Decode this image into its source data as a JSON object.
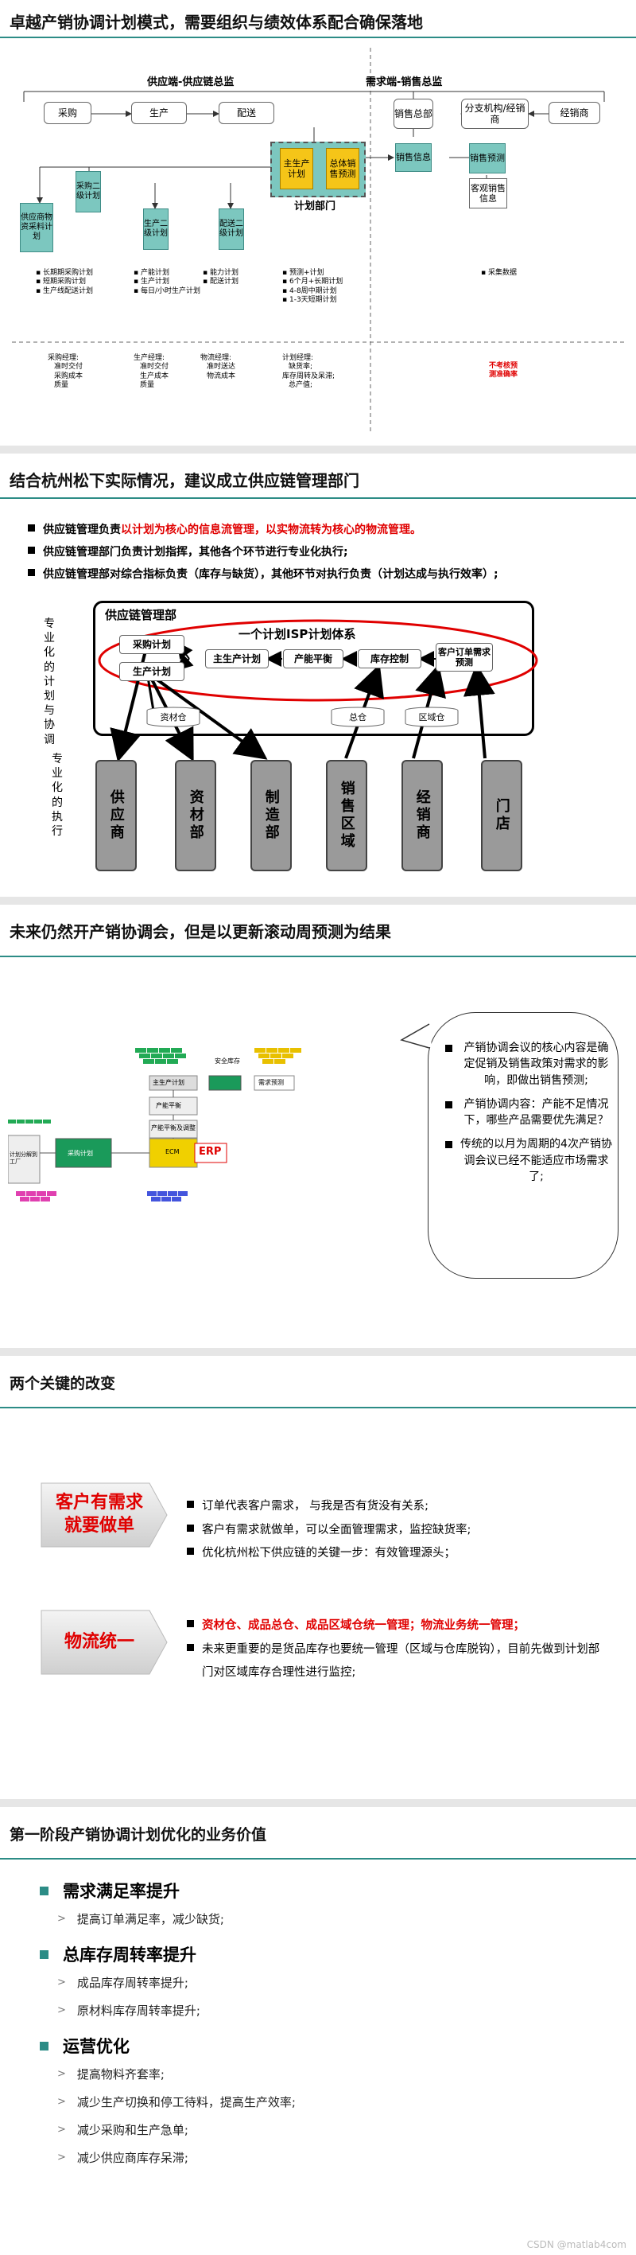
{
  "slide1": {
    "title": "卓越产销协调计划模式，需要组织与绩效体系配合确保落地",
    "supply_header": "供应端-供应链总监",
    "demand_header": "需求端-销售总监",
    "flow": [
      "采购",
      "生产",
      "配送",
      "销售总部",
      "分支机构/经销商",
      "经销商"
    ],
    "plan_dept": "计划部门",
    "main_plan": "主生产计划",
    "sales_forecast": "总体销售预测",
    "sales_info": "销售信息",
    "sales_forecast2": "销售预测",
    "customer_info": "客观销售信息",
    "sub_boxes": [
      "供应商物资采料计划",
      "采购二级计划",
      "生产二级计划",
      "配送二级计划"
    ],
    "col1": [
      "长期期采购计划",
      "短期采购计划",
      "生产线配送计划"
    ],
    "col2": [
      "产能计划",
      "生产计划",
      "每日/小时生产计划"
    ],
    "col3": [
      "能力计划",
      "配送计划"
    ],
    "col4": [
      "预测+计划",
      "6个月+长期计划",
      "4-8周中期计划",
      "1-3天短期计划"
    ],
    "col5": [
      "采集数据"
    ],
    "kpi1": [
      "采购经理:",
      "准时交付",
      "采购成本",
      "质量"
    ],
    "kpi2": [
      "生产经理:",
      "准时交付",
      "生产成本",
      "质量"
    ],
    "kpi3": [
      "物流经理:",
      "准时送达",
      "物流成本"
    ],
    "kpi4": [
      "计划经理:",
      "缺货率;",
      "库存周转及呆滞;",
      "总产值;"
    ],
    "kpi5": [
      "不考核预",
      "测准确率"
    ]
  },
  "slide2": {
    "title": "结合杭州松下实际情况，建议成立供应链管理部门",
    "bullet1_pre": "供应链管理负责",
    "bullet1_red": "以计划为核心的信息流管理，以实物流转为核心的物流管理。",
    "bullet2": "供应链管理部门负责计划指挥，其他各个环节进行专业化执行;",
    "bullet3": "供应链管理部对综合指标负责（库存与缺货），其他环节对执行负责（计划达成与执行效率）;",
    "side_top": [
      "专",
      "业",
      "化",
      "的",
      "计",
      "划",
      "与",
      "协",
      "调"
    ],
    "side_bottom": [
      "专",
      "业",
      "化",
      "的",
      "执",
      "行"
    ],
    "panel_title": "供应链管理部",
    "isp_title": "一个计划ISP计划体系",
    "plan_boxes": [
      "采购计划",
      "生产计划",
      "主生产计划",
      "产能平衡",
      "库存控制",
      "客户订单需求预测"
    ],
    "cylinders": [
      "资材仓",
      "总仓",
      "区域仓"
    ],
    "exec": [
      "供应商",
      "资材部",
      "制造部",
      "销售区域",
      "经销商",
      "门店"
    ]
  },
  "slide3": {
    "title": "未来仍然开产销协调会，但是以更新滚动周预测为结果",
    "mini": {
      "safety": "安全库存",
      "master": "主生产计划",
      "capacity": "产能平衡",
      "demand": "需求预测",
      "capacity2": "产能平衡及调整",
      "mrp": "计划分解到工厂",
      "procure": "采购计划",
      "ecm": "ECM",
      "erp": "ERP"
    },
    "bullets": [
      "产销协调会议的核心内容是确定促销及销售政策对需求的影响，即做出销售预测;",
      "产销协调内容：产能不足情况下，哪些产品需要优先满足？",
      "传统的以月为周期的4次产销协调会议已经不能适应市场需求了;"
    ]
  },
  "slide4": {
    "title": "两个关键的改变",
    "tag1": "客户有需求就要做单",
    "tag2": "物流统一",
    "list1": [
      "订单代表客户需求， 与我是否有货没有关系;",
      "客户有需求就做单，可以全面管理需求，监控缺货率;",
      "优化杭州松下供应链的关键一步：有效管理源头；"
    ],
    "list2_red": "资材仓、成品总仓、成品区域仓统一管理；物流业务统一管理；",
    "list2": "未来更重要的是货品库存也要统一管理（区域与仓库脱钩），目前先做到计划部门对区域库存合理性进行监控;"
  },
  "slide5": {
    "title": "第一阶段产销协调计划优化的业务价值",
    "sections": [
      {
        "head": "需求满足率提升",
        "items": [
          "提高订单满足率，减少缺货;"
        ]
      },
      {
        "head": "总库存周转率提升",
        "items": [
          "成品库存周转率提升;",
          "原材料库存周转率提升;"
        ]
      },
      {
        "head": "运营优化",
        "items": [
          "提高物料齐套率;",
          "减少生产切换和停工待料，提高生产效率;",
          "减少采购和生产急单;",
          "减少供应商库存呆滞;"
        ]
      }
    ],
    "watermark": "CSDN @matlab4com"
  },
  "colors": {
    "accent": "#2c8c86",
    "red": "#e00000",
    "gold": "#f5c518",
    "teal": "#7cc7bf"
  }
}
